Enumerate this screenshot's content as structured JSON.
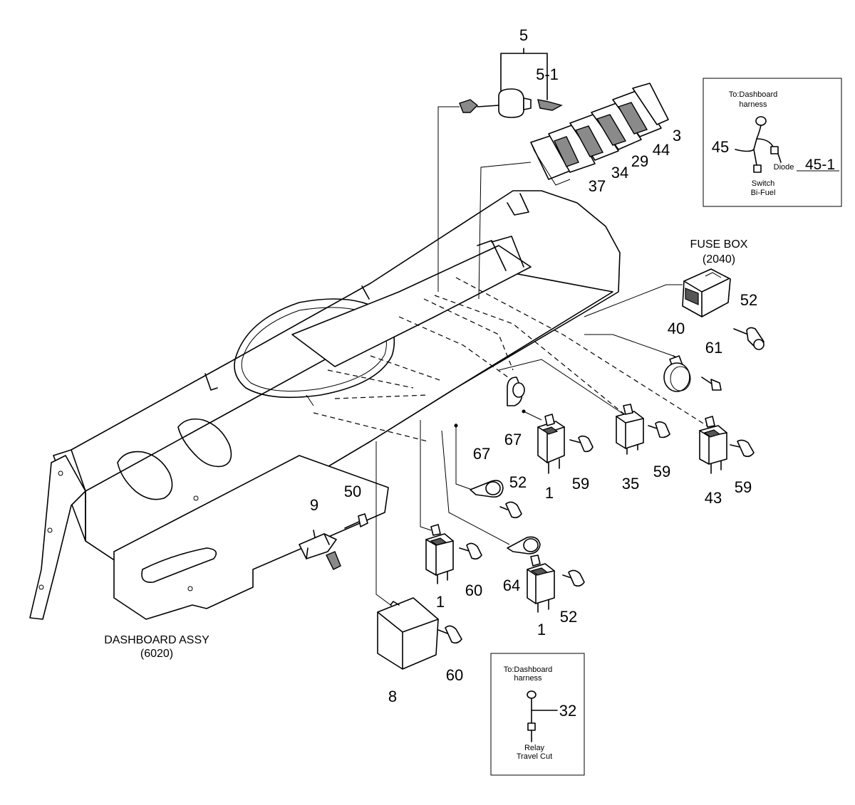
{
  "callouts": {
    "c5": "5",
    "c5_1": "5-1",
    "c3": "3",
    "c44": "44",
    "c29": "29",
    "c34": "34",
    "c37": "37",
    "c52a": "52",
    "c40": "40",
    "c61": "61",
    "c67a": "67",
    "c67b": "67",
    "c35": "35",
    "c59a": "59",
    "c59b": "59",
    "c59c": "59",
    "c1a": "1",
    "c43": "43",
    "c52b": "52",
    "c50": "50",
    "c9": "9",
    "c60a": "60",
    "c64": "64",
    "c1b": "1",
    "c52c": "52",
    "c1c": "1",
    "c60b": "60",
    "c8": "8",
    "c32": "32"
  },
  "fuse_box": {
    "label": "FUSE BOX",
    "code": "(2040)"
  },
  "dashboard": {
    "label": "DASHBOARD ASSY",
    "code": "(6020)"
  },
  "inset_top": {
    "to_line1": "To:Dashboard",
    "to_line2": "harness",
    "callout": "45",
    "diode_label": "Diode",
    "diode_callout": "45-1",
    "switch_line1": "Switch",
    "switch_line2": "Bi-Fuel"
  },
  "inset_bottom": {
    "to_line1": "To:Dashboard",
    "to_line2": "harness",
    "callout": "32",
    "relay_line1": "Relay",
    "relay_line2": "Travel Cut"
  }
}
